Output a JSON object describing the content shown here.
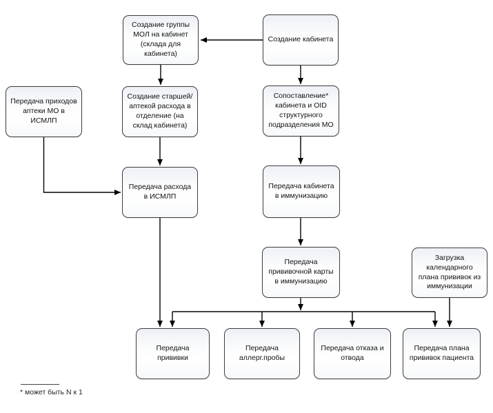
{
  "diagram": {
    "type": "flowchart",
    "language": "ru",
    "nodes": [
      {
        "id": "create-mol-group",
        "label": "Создание группы МОЛ на кабинет (склада для кабинета)"
      },
      {
        "id": "create-cabinet",
        "label": "Создание кабинета"
      },
      {
        "id": "transfer-receipts",
        "label": "Передача приходов аптеки МО в ИСМЛП"
      },
      {
        "id": "create-expense",
        "label": "Создание старшей/ аптекой  расхода в отделение (на склад кабинета)"
      },
      {
        "id": "mapping-cabinet-oid",
        "label": "Сопоставление* кабинета и OID структурного подразделения МО"
      },
      {
        "id": "transfer-expense",
        "label": "Передача расхода в ИСМЛП"
      },
      {
        "id": "transfer-cabinet",
        "label": "Передача кабинета в иммунизацию"
      },
      {
        "id": "transfer-vacc-card",
        "label": "Передача прививочной карты в иммунизацию"
      },
      {
        "id": "load-calendar-plan",
        "label": "Загрузка календарного плана прививок из иммунизации"
      },
      {
        "id": "transfer-vaccination",
        "label": "Передача прививки"
      },
      {
        "id": "transfer-allergy-test",
        "label": "Передача аллерг.пробы"
      },
      {
        "id": "transfer-refusal",
        "label": "Передача отказа и отвода"
      },
      {
        "id": "transfer-patient-plan",
        "label": "Передача плана прививок пациента"
      }
    ],
    "footnote": "* может быть N к 1",
    "colors": {
      "box_border": "#3d3d3d",
      "box_fill_top": "#edf0f5",
      "box_fill_bottom": "#ffffff",
      "connector": "#000000",
      "text": "#111111",
      "background": "#ffffff"
    }
  }
}
